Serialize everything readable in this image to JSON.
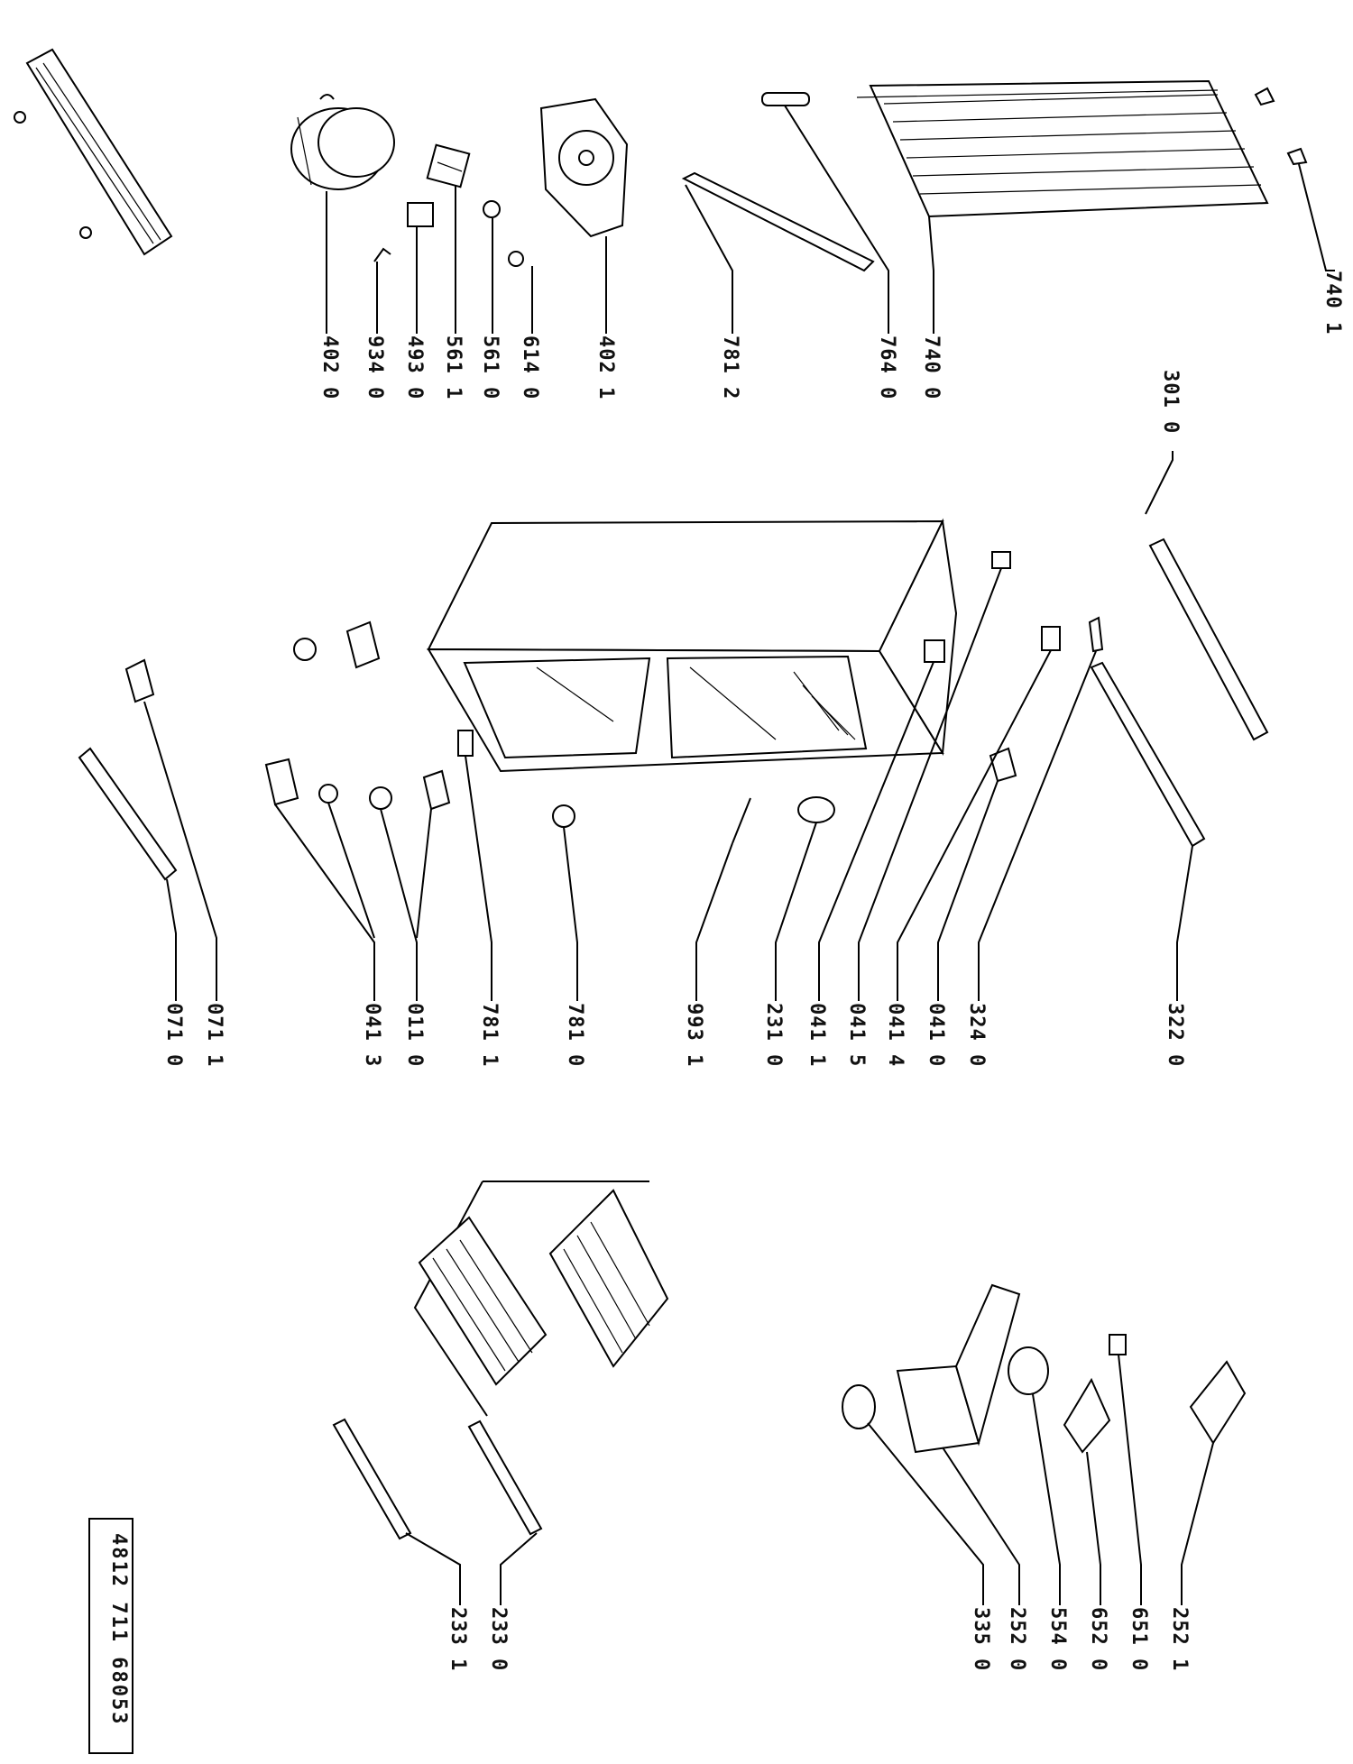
{
  "document": {
    "number": "4812 711 68053"
  },
  "callouts": [
    {
      "id": "402-0",
      "label": "402 0"
    },
    {
      "id": "934-0",
      "label": "934 0"
    },
    {
      "id": "493-0",
      "label": "493 0"
    },
    {
      "id": "561-1",
      "label": "561 1"
    },
    {
      "id": "561-0",
      "label": "561 0"
    },
    {
      "id": "614-0",
      "label": "614 0"
    },
    {
      "id": "402-1",
      "label": "402 1"
    },
    {
      "id": "781-2",
      "label": "781 2"
    },
    {
      "id": "764-0",
      "label": "764 0"
    },
    {
      "id": "740-0",
      "label": "740 0"
    },
    {
      "id": "740-1",
      "label": "740 1"
    },
    {
      "id": "301-0",
      "label": "301 0"
    },
    {
      "id": "071-0",
      "label": "071 0"
    },
    {
      "id": "071-1",
      "label": "071 1"
    },
    {
      "id": "041-3",
      "label": "041 3"
    },
    {
      "id": "011-0",
      "label": "011 0"
    },
    {
      "id": "781-1",
      "label": "781 1"
    },
    {
      "id": "781-0",
      "label": "781 0"
    },
    {
      "id": "993-1",
      "label": "993 1"
    },
    {
      "id": "231-0",
      "label": "231 0"
    },
    {
      "id": "041-1",
      "label": "041 1"
    },
    {
      "id": "041-5",
      "label": "041 5"
    },
    {
      "id": "041-4",
      "label": "041 4"
    },
    {
      "id": "041-0",
      "label": "041 0"
    },
    {
      "id": "324-0",
      "label": "324 0"
    },
    {
      "id": "322-0",
      "label": "322 0"
    },
    {
      "id": "233-1",
      "label": "233 1"
    },
    {
      "id": "233-0",
      "label": "233 0"
    },
    {
      "id": "335-0",
      "label": "335 0"
    },
    {
      "id": "252-0",
      "label": "252 0"
    },
    {
      "id": "554-0",
      "label": "554 0"
    },
    {
      "id": "652-0",
      "label": "652 0"
    },
    {
      "id": "651-0",
      "label": "651 0"
    },
    {
      "id": "252-1",
      "label": "252 1"
    }
  ]
}
